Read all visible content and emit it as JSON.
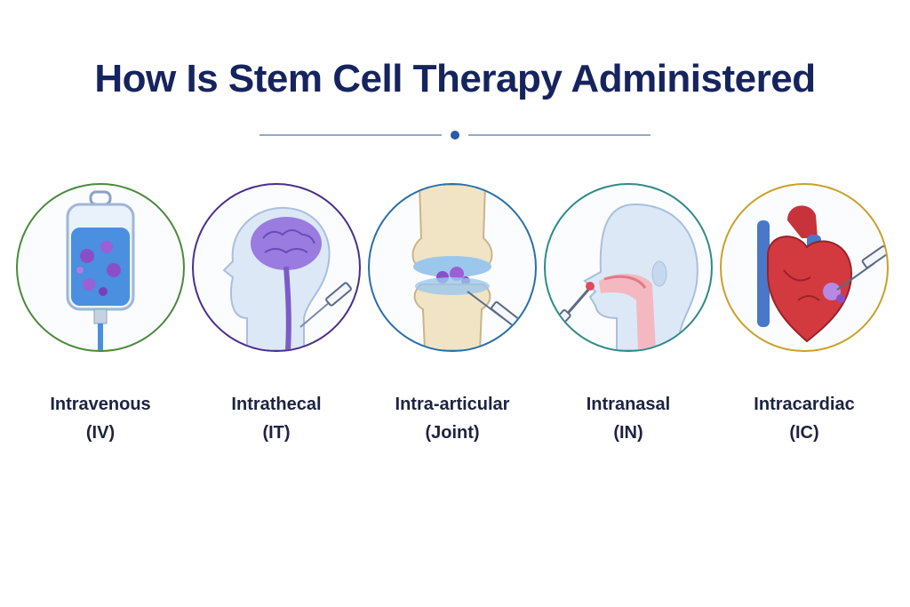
{
  "title": "How Is Stem Cell Therapy Administered",
  "routes": [
    {
      "name": "Intravenous",
      "abbr": "(IV)",
      "icon": "iv-bag-icon",
      "ring_color": "#4a8a3c"
    },
    {
      "name": "Intrathecal",
      "abbr": "(IT)",
      "icon": "spine-injection-icon",
      "ring_color": "#4a2f8c"
    },
    {
      "name": "Intra-articular",
      "abbr": "(Joint)",
      "icon": "knee-joint-icon",
      "ring_color": "#2a6fa8"
    },
    {
      "name": "Intranasal",
      "abbr": "(IN)",
      "icon": "nasal-spray-icon",
      "ring_color": "#2f8a86"
    },
    {
      "name": "Intracardiac",
      "abbr": "(IC)",
      "icon": "heart-injection-icon",
      "ring_color": "#c9a12a"
    }
  ],
  "colors": {
    "title": "#16245e",
    "divider": "#2a5aa8"
  }
}
